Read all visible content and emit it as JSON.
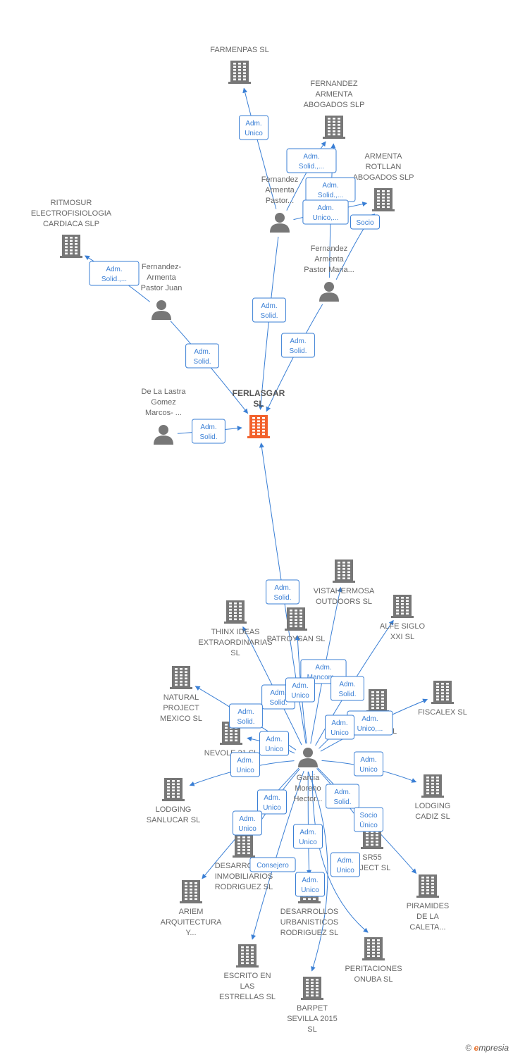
{
  "colors": {
    "edge": "#3a7fd5",
    "node": "#777777",
    "focus": "#f2612c"
  },
  "footer": {
    "copyright": "©",
    "brand_e": "e",
    "brand_rest": "mpresia"
  },
  "nodes": [
    {
      "id": "farmenpas",
      "type": "company",
      "lines": [
        "FARMENPAS  SL"
      ]
    },
    {
      "id": "fernandez_armenta_abogados",
      "type": "company",
      "lines": [
        "FERNANDEZ",
        "ARMENTA",
        "ABOGADOS  SLP"
      ]
    },
    {
      "id": "armenta_rotllan",
      "type": "company",
      "lines": [
        "ARMENTA",
        "ROTLLAN",
        "ABOGADOS  SLP"
      ]
    },
    {
      "id": "ritmosur",
      "type": "company",
      "lines": [
        "RITMOSUR",
        "ELECTROFISIOLOGIA",
        "CARDIACA  SLP"
      ]
    },
    {
      "id": "p_fa_pastor",
      "type": "person",
      "lines": [
        "Fernandez",
        "Armenta",
        "Pastor..."
      ]
    },
    {
      "id": "p_fa_pastor_maria",
      "type": "person",
      "lines": [
        "Fernandez",
        "Armenta",
        "Pastor Maria..."
      ]
    },
    {
      "id": "p_fa_pastor_juan",
      "type": "person",
      "lines": [
        "Fernandez-",
        "Armenta",
        "Pastor Juan"
      ]
    },
    {
      "id": "p_delalastra",
      "type": "person",
      "lines": [
        "De La Lastra",
        "Gomez",
        "Marcos- ..."
      ]
    },
    {
      "id": "ferlasgar",
      "type": "focus",
      "lines": [
        "FERLASGAR",
        "SL"
      ]
    },
    {
      "id": "vistahermosa",
      "type": "company",
      "lines": [
        "VISTAHERMOSA",
        "OUTDOORS  SL"
      ]
    },
    {
      "id": "alfe",
      "type": "company",
      "lines": [
        "ALFE SIGLO",
        "XXI  SL"
      ]
    },
    {
      "id": "thinx",
      "type": "company",
      "lines": [
        "THINX IDEAS",
        "EXTRAORDINARIAS",
        "SL"
      ]
    },
    {
      "id": "patroysan",
      "type": "company",
      "lines": [
        "PATROYSAN SL"
      ]
    },
    {
      "id": "natural",
      "type": "company",
      "lines": [
        "NATURAL",
        "PROJECT",
        "MEXICO SL"
      ]
    },
    {
      "id": "fiscalex",
      "type": "company",
      "lines": [
        "FISCALEX  SL"
      ]
    },
    {
      "id": "copas",
      "type": "company",
      "lines": [
        "E",
        "COPAS  SL"
      ]
    },
    {
      "id": "nevole",
      "type": "company",
      "lines": [
        "NEVOLE 21  SL"
      ]
    },
    {
      "id": "p_garcia",
      "type": "person",
      "lines": [
        "Garcia",
        "Moreno",
        "Hector..."
      ]
    },
    {
      "id": "lodging_sanlucar",
      "type": "company",
      "lines": [
        "LODGING",
        "SANLUCAR  SL"
      ]
    },
    {
      "id": "lodging_cadiz",
      "type": "company",
      "lines": [
        "LODGING",
        "CADIZ SL"
      ]
    },
    {
      "id": "sr55",
      "type": "company",
      "lines": [
        "SR55",
        "OJECT  SL"
      ]
    },
    {
      "id": "des_inmob",
      "type": "company",
      "lines": [
        "DESARROLLOS",
        "INMOBILIARIOS",
        "RODRIGUEZ  SL"
      ]
    },
    {
      "id": "piramides",
      "type": "company",
      "lines": [
        "PIRAMIDES",
        "DE LA",
        "CALETA..."
      ]
    },
    {
      "id": "ariem",
      "type": "company",
      "lines": [
        "ARIEM",
        "ARQUITECTURA",
        "Y..."
      ]
    },
    {
      "id": "des_urb",
      "type": "company",
      "lines": [
        "DESARROLLOS",
        "URBANISTICOS",
        "RODRIGUEZ  SL"
      ]
    },
    {
      "id": "escrito",
      "type": "company",
      "lines": [
        "ESCRITO EN",
        "LAS",
        "ESTRELLAS  SL"
      ]
    },
    {
      "id": "peritaciones",
      "type": "company",
      "lines": [
        "PERITACIONES",
        "ONUBA SL"
      ]
    },
    {
      "id": "barpet",
      "type": "company",
      "lines": [
        "BARPET",
        "SEVILLA 2015",
        "SL"
      ]
    }
  ],
  "edges": [
    {
      "from": "p_fa_pastor",
      "to": "farmenpas",
      "label": [
        "Adm.",
        "Unico"
      ]
    },
    {
      "from": "p_fa_pastor",
      "to": "fernandez_armenta_abogados",
      "label": [
        "Adm.",
        "Solid.,..."
      ]
    },
    {
      "from": "p_fa_pastor_maria",
      "to": "fernandez_armenta_abogados",
      "label": [
        "Adm.",
        "Solid.,..."
      ]
    },
    {
      "from": "p_fa_pastor",
      "to": "armenta_rotllan",
      "label": [
        "Adm.",
        "Unico,..."
      ]
    },
    {
      "from": "p_fa_pastor_maria",
      "to": "armenta_rotllan",
      "label": [
        "Socio"
      ]
    },
    {
      "from": "p_fa_pastor_juan",
      "to": "ritmosur",
      "label": [
        "Adm.",
        "Solid.,..."
      ]
    },
    {
      "from": "p_fa_pastor",
      "to": "ferlasgar",
      "label": [
        "Adm.",
        "Solid."
      ]
    },
    {
      "from": "p_fa_pastor_maria",
      "to": "ferlasgar",
      "label": [
        "Adm.",
        "Solid."
      ]
    },
    {
      "from": "p_fa_pastor_juan",
      "to": "ferlasgar",
      "label": [
        "Adm.",
        "Solid."
      ]
    },
    {
      "from": "p_delalastra",
      "to": "ferlasgar",
      "label": [
        "Adm.",
        "Solid."
      ]
    },
    {
      "from": "p_garcia",
      "to": "ferlasgar",
      "label": [
        "Adm.",
        "Solid."
      ]
    },
    {
      "from": "p_garcia",
      "to": "vistahermosa",
      "label": [
        "Adm.",
        "Mancom..."
      ]
    },
    {
      "from": "p_garcia",
      "to": "alfe",
      "label": [
        "Adm.",
        "Solid."
      ]
    },
    {
      "from": "p_garcia",
      "to": "thinx",
      "label": [
        "Adm.",
        "Solid."
      ]
    },
    {
      "from": "p_garcia",
      "to": "patroysan",
      "label": [
        "Adm.",
        "Unico"
      ]
    },
    {
      "from": "p_garcia",
      "to": "natural",
      "label": [
        "Adm.",
        "Solid."
      ]
    },
    {
      "from": "p_garcia",
      "to": "fiscalex",
      "label": [
        "Adm.",
        "Unico,..."
      ]
    },
    {
      "from": "p_garcia",
      "to": "copas",
      "label": [
        "Adm.",
        "Unico"
      ]
    },
    {
      "from": "p_garcia",
      "to": "nevole",
      "label": [
        "Adm.",
        "Unico"
      ]
    },
    {
      "from": "p_garcia",
      "to": "lodging_sanlucar",
      "label": [
        "Adm.",
        "Unico"
      ]
    },
    {
      "from": "p_garcia",
      "to": "lodging_cadiz",
      "label": [
        "Adm.",
        "Unico"
      ]
    },
    {
      "from": "p_garcia",
      "to": "sr55",
      "label": [
        "Adm.",
        "Solid."
      ]
    },
    {
      "from": "p_garcia",
      "to": "des_inmob",
      "label": [
        "Adm.",
        "Unico"
      ]
    },
    {
      "from": "p_garcia",
      "to": "piramides",
      "label": [
        "Socio",
        "Único"
      ]
    },
    {
      "from": "p_garcia",
      "to": "ariem",
      "label": [
        "Adm.",
        "Unico"
      ]
    },
    {
      "from": "p_garcia",
      "to": "des_urb",
      "label": [
        "Adm.",
        "Unico"
      ]
    },
    {
      "from": "p_garcia",
      "to": "escrito",
      "label": [
        "Consejero"
      ]
    },
    {
      "from": "p_garcia",
      "to": "peritaciones",
      "label": [
        "Adm.",
        "Unico"
      ]
    },
    {
      "from": "p_garcia",
      "to": "barpet",
      "label": [
        "Adm.",
        "Unico"
      ]
    }
  ]
}
